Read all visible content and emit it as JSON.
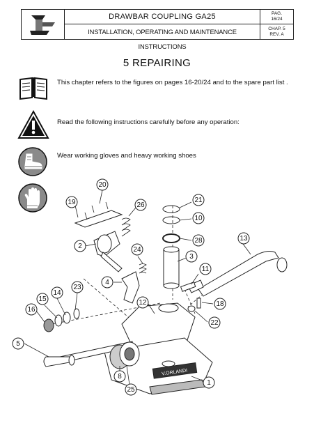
{
  "header": {
    "title": "DRAWBAR COUPLING  GA25",
    "subtitle": "INSTALLATION, OPERATING AND MAINTENANCE INSTRUCTIONS",
    "pag_label": "PAG.",
    "pag_value": "16/24",
    "chap_label": "CHAP. 5",
    "rev_label": "REV. A"
  },
  "section": {
    "title": "5  REPAIRING"
  },
  "paragraphs": {
    "intro": "This chapter refers to the figures on pages 16-20/24 and to the spare part list .",
    "warning": "Read the following instructions carefully before any operation:",
    "protection": "Wear working gloves and heavy working shoes"
  },
  "icons": {
    "manual": "open-book-icon",
    "warning": "warning-triangle-icon",
    "shoes": "safety-shoe-icon",
    "gloves": "glove-icon"
  },
  "diagram": {
    "callouts": [
      "20",
      "19",
      "26",
      "21",
      "10",
      "2",
      "28",
      "13",
      "24",
      "3",
      "11",
      "4",
      "23",
      "14",
      "15",
      "12",
      "18",
      "16",
      "22",
      "5",
      "8",
      "25",
      "1"
    ],
    "brand_text": "V.ORLANDI"
  }
}
